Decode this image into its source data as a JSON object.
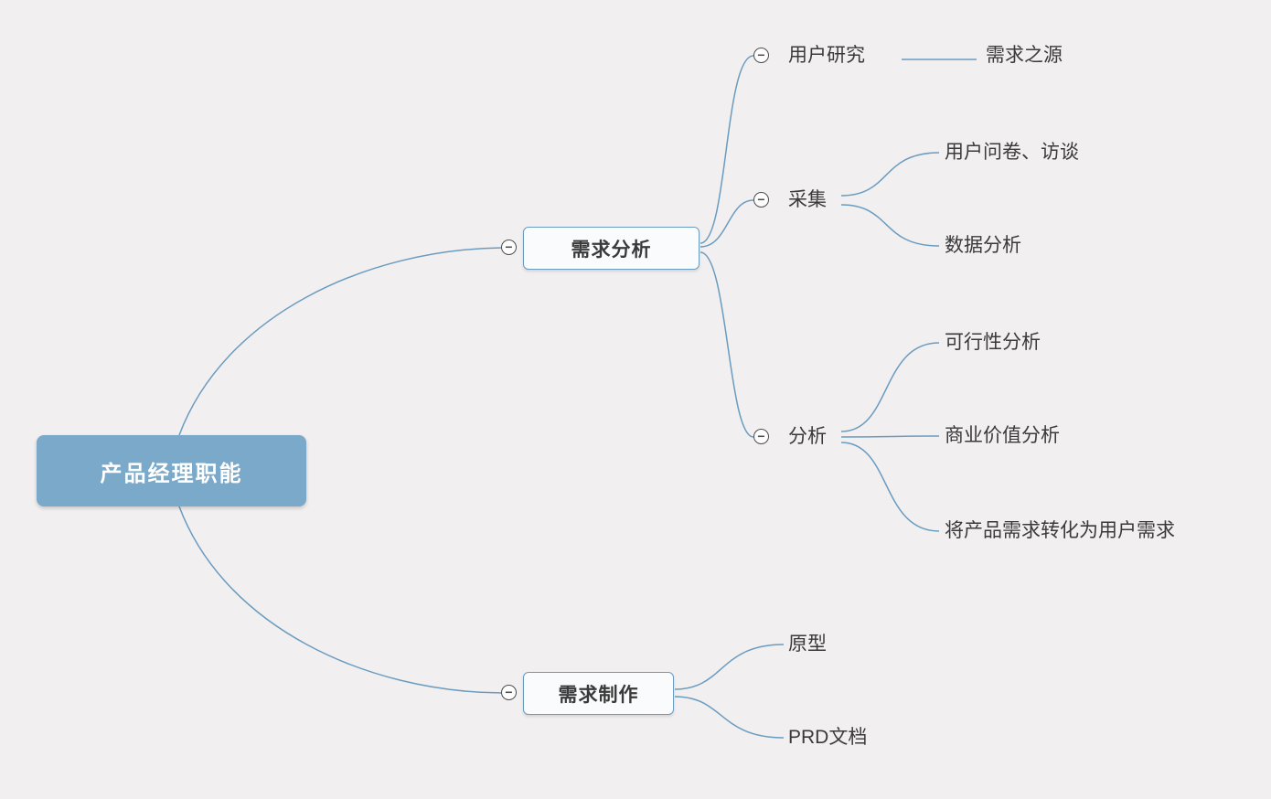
{
  "mindmap": {
    "type": "mindmap-diagram",
    "root": {
      "label": "产品经理职能"
    },
    "children": [
      {
        "label": "需求分析",
        "collapsed": false,
        "children": [
          {
            "label": "用户研究",
            "collapsed": false,
            "children": [
              {
                "label": "需求之源"
              }
            ]
          },
          {
            "label": "采集",
            "collapsed": false,
            "children": [
              {
                "label": "用户问卷、访谈"
              },
              {
                "label": "数据分析"
              }
            ]
          },
          {
            "label": "分析",
            "collapsed": false,
            "children": [
              {
                "label": "可行性分析"
              },
              {
                "label": "商业价值分析"
              },
              {
                "label": "将产品需求转化为用户需求"
              }
            ]
          }
        ]
      },
      {
        "label": "需求制作",
        "collapsed": false,
        "children": [
          {
            "label": "原型"
          },
          {
            "label": "PRD文档"
          }
        ]
      }
    ]
  },
  "icons": {
    "collapse_glyph": "−"
  },
  "colors": {
    "background": "#f1efef",
    "line": "#6a9cc0",
    "root_fill": "#7aa9c9",
    "root_text": "#ffffff",
    "box_fill": "#fafbfc",
    "box_border": "#6a9cc0",
    "text": "#3a3a3a",
    "collapse_border": "#4d4d4d"
  }
}
